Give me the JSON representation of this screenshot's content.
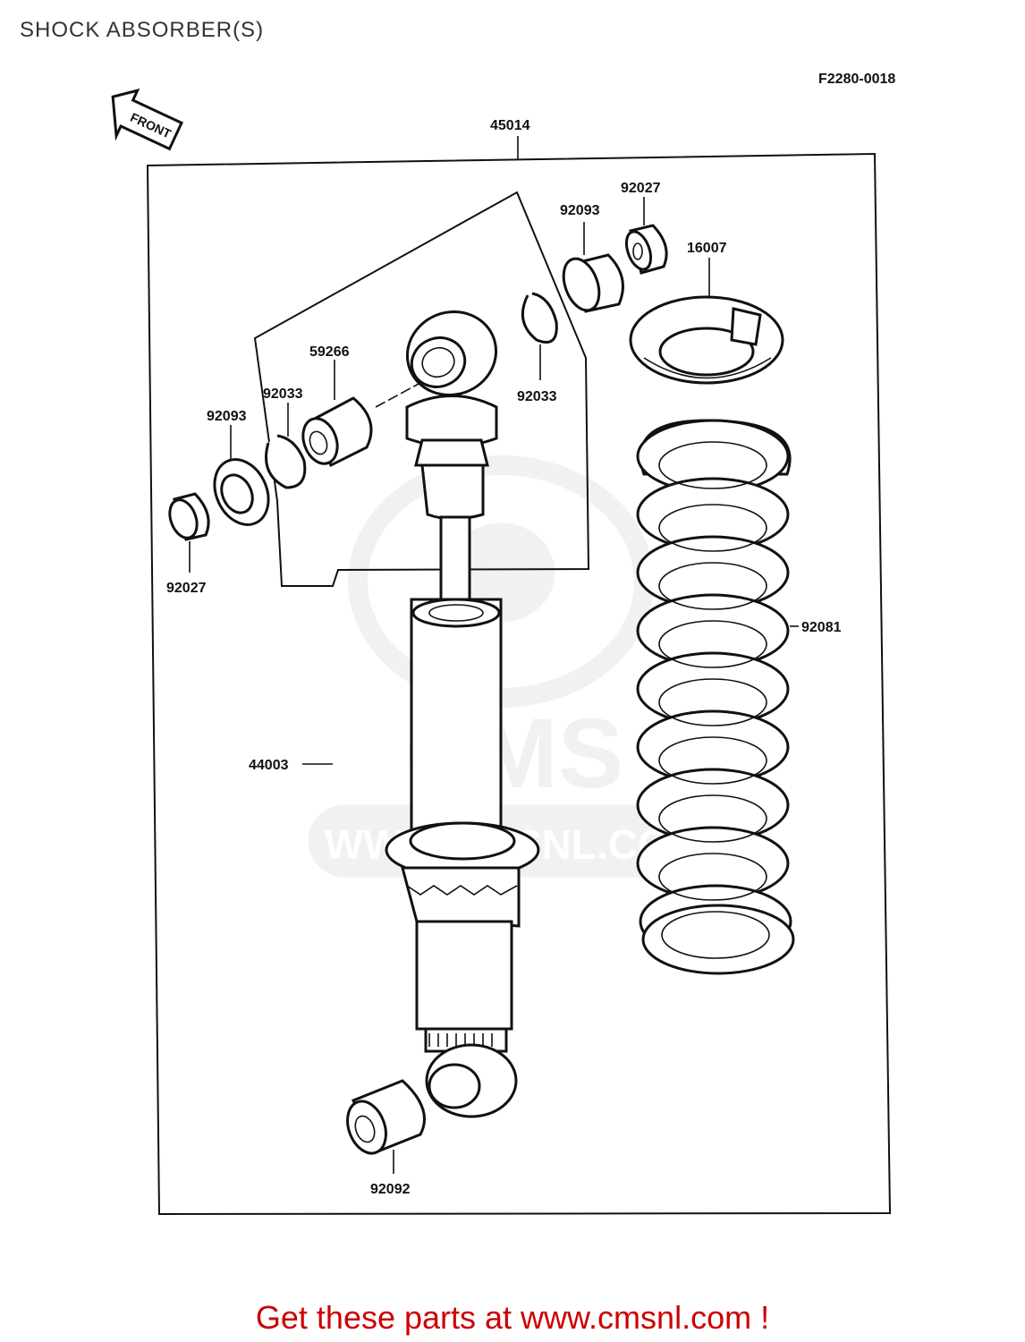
{
  "page_title": "SHOCK ABSORBER(S)",
  "diagram_code": "F2280-0018",
  "front_label": "FRONT",
  "parts": {
    "assembly": "45014",
    "spring_seat": "16007",
    "spring": "92081",
    "shock_unit": "44003",
    "bushing_upper": "59266",
    "bushing_lower": "92092",
    "circlip_left": "92033",
    "circlip_right": "92033",
    "seal_left": "92093",
    "seal_right": "92093",
    "collar_left": "92027",
    "collar_right": "92027"
  },
  "watermark": {
    "text": "CMS",
    "url": "WWW.CMSNL.COM"
  },
  "promo": "Get these parts at www.cmsnl.com !",
  "colors": {
    "promo": "#cc0000",
    "line": "#111111",
    "watermark": "#e6e6e6"
  }
}
